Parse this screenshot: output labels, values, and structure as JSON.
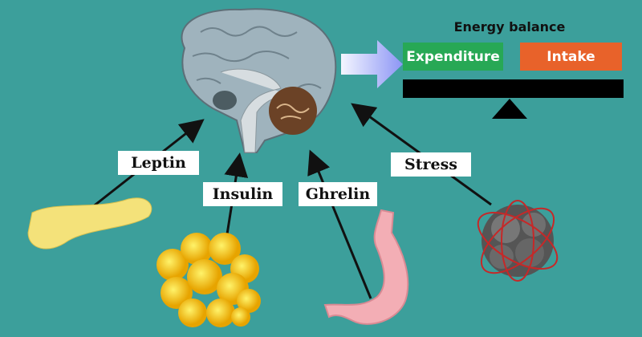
{
  "energy_balance": {
    "title": "Energy balance",
    "expenditure": "Expenditure",
    "intake": "Intake"
  },
  "labels": {
    "leptin": "Leptin",
    "insulin": "Insulin",
    "ghrelin": "Ghrelin",
    "stress": "Stress"
  },
  "colors": {
    "background": "#3c9f9b",
    "expenditure": "#27a855",
    "intake": "#e8622a"
  }
}
